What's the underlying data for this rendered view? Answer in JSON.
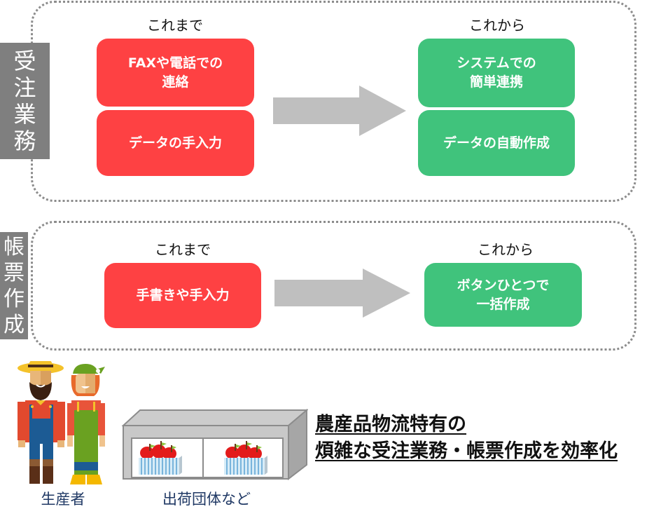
{
  "colors": {
    "before_box": "#fe4143",
    "after_box": "#40c37c",
    "arrow": "#bfbfbf",
    "side_label_bg": "#7f7f7f",
    "frame_border": "#8c8c8c",
    "caption_text": "#1f3864"
  },
  "sections": [
    {
      "label": "受注業務",
      "label_chars": [
        "受",
        "注",
        "業",
        "務"
      ],
      "before_heading": "これまで",
      "after_heading": "これから",
      "before_items": [
        {
          "lines": [
            "FAXや電話での",
            "連絡"
          ]
        },
        {
          "lines": [
            "データの手入力"
          ]
        }
      ],
      "after_items": [
        {
          "lines": [
            "システムでの",
            "簡単連携"
          ]
        },
        {
          "lines": [
            "データの自動作成"
          ]
        }
      ]
    },
    {
      "label": "帳票作成",
      "label_chars": [
        "帳",
        "票",
        "作",
        "成"
      ],
      "before_heading": "これまで",
      "after_heading": "これから",
      "before_items": [
        {
          "lines": [
            "手書きや手入力"
          ]
        }
      ],
      "after_items": [
        {
          "lines": [
            "ボタンひとつで",
            "一括作成"
          ]
        }
      ]
    }
  ],
  "illustrations": {
    "producers_caption": "生産者",
    "shipper_caption": "出荷団体など"
  },
  "headline": {
    "line1": "農産品物流特有の",
    "line2": "煩雑な受注業務・帳票作成を効率化"
  }
}
